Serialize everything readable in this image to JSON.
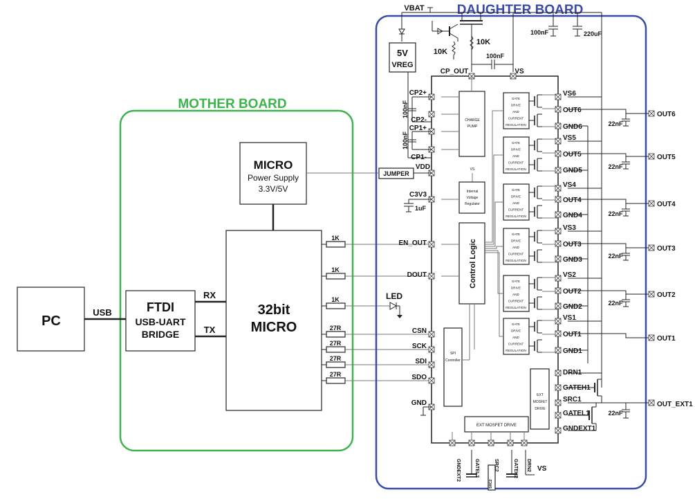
{
  "mother": {
    "title": "MOTHER BOARD",
    "pc": "PC",
    "usb": "USB",
    "ftdi": "FTDI",
    "ftdi_sub1": "USB-UART",
    "ftdi_sub2": "BRIDGE",
    "rx": "RX",
    "tx": "TX",
    "micro": "32bit",
    "micro2": "MICRO",
    "psu_title": "MICRO",
    "psu_sub1": "Power Supply",
    "psu_sub2": "3.3V/5V",
    "r1": "1K",
    "r2": "1K",
    "r3": "1K",
    "r4": "27R",
    "r5": "27R",
    "r6": "27R",
    "r7": "27R",
    "led": "LED"
  },
  "daughter": {
    "title": "DAUGHTER BOARD",
    "vbat": "VBAT",
    "vreg1": "5V",
    "vreg2": "VREG",
    "r10k_a": "10K",
    "r10k_b": "10K",
    "c100n_top": "100nF",
    "c220u": "220uF",
    "c100n_mid": "100nF",
    "cp_out": "CP_OUT",
    "vs_top": "VS",
    "cp2p": "CP2+",
    "cp2m": "CP2-",
    "cp1p": "CP1+",
    "cp1m": "CP1-",
    "c100n_v1": "100nF",
    "c100n_v2": "100nF",
    "vdd": "VDD",
    "jumper": "JUMPER",
    "c3v3": "C3V3",
    "c1u": "1uF",
    "en_out": "EN_OUT",
    "dout": "DOUT",
    "csn": "CSN",
    "sck": "SCK",
    "sdi": "SDI",
    "sdo": "SDO",
    "gnd": "GND",
    "charge_pump1": "CHARGE",
    "charge_pump2": "PUMP",
    "vs_small": "VS",
    "reg1": "Internal",
    "reg2": "Voltage",
    "reg3": "Regulator",
    "control_logic": "Control Logic",
    "spi1": "SPI",
    "spi2": "Controller",
    "gate_lines": [
      "GATE",
      "DRIVE",
      "AND",
      "CURRENT",
      "REGULATION"
    ],
    "ext1": "EXT",
    "ext2": "MOSFET",
    "ext3": "DRIVE",
    "ext_bottom": "EXT MOSFET DRIVE",
    "channels": [
      {
        "vs": "VS6",
        "out": "OUT6",
        "gnd": "GND6",
        "cap": "22nF",
        "ext": "OUT6"
      },
      {
        "vs": "VS5",
        "out": "OUT5",
        "gnd": "GND5",
        "cap": "22nF",
        "ext": "OUT5"
      },
      {
        "vs": "VS4",
        "out": "OUT4",
        "gnd": "GND4",
        "cap": "22nF",
        "ext": "OUT4"
      },
      {
        "vs": "VS3",
        "out": "OUT3",
        "gnd": "GND3",
        "cap": "22nF",
        "ext": "OUT3"
      },
      {
        "vs": "VS2",
        "out": "OUT2",
        "gnd": "GND2",
        "cap": "22nF",
        "ext": "OUT2"
      },
      {
        "vs": "VS1",
        "out": "OUT1",
        "gnd": "GND1",
        "cap": "",
        "ext": "OUT1"
      }
    ],
    "drn1": "DRN1",
    "gateh1": "GATEH1",
    "src1": "SRC1",
    "gatel1": "GATEL1",
    "gndext1": "GNDEXT1",
    "out_ext1": "OUT_EXT1",
    "cap_ext": "22nF",
    "bottom_pins": [
      "GNDEXT2",
      "GATEL2",
      "SRC2",
      "GATEH2",
      "DRN2"
    ],
    "bottom_src": "SRC2",
    "bottom_rot_label": "SRC2",
    "vs_bottom": "VS"
  },
  "colors": {
    "mother": "#3cb44b",
    "daughter": "#3a4aa8",
    "ink": "#111111"
  }
}
